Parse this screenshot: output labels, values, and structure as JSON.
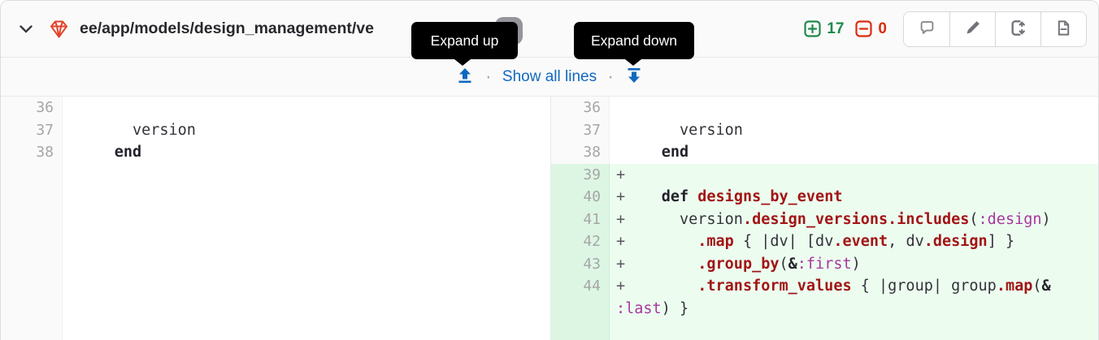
{
  "header": {
    "file_path": "ee/app/models/design_management/ve",
    "stats": {
      "additions": "17",
      "deletions": "0"
    },
    "action_icons": [
      "comment-icon",
      "pencil-icon",
      "compare-icon",
      "document-icon"
    ]
  },
  "tooltips": {
    "expand_up": "Expand up",
    "expand_down": "Expand down"
  },
  "expand_bar": {
    "link": "Show all lines",
    "separator": "·"
  },
  "colors": {
    "link_blue": "#1068bf",
    "addition_green": "#1f8a4c",
    "deletion_red": "#dd2b0e",
    "added_line_bg": "#ecfdf0",
    "added_gutter_bg": "#ddf6e4",
    "gem_red": "#e24329",
    "method_red": "#a31515",
    "symbol_magenta": "#a8369c"
  },
  "diff": {
    "rows": [
      {
        "old": "36",
        "new": "36",
        "added": false,
        "left": {
          "marker": " ",
          "tokens": []
        },
        "right": {
          "marker": " ",
          "tokens": []
        }
      },
      {
        "old": "37",
        "new": "37",
        "added": false,
        "left": {
          "marker": " ",
          "tokens": [
            {
              "t": "p",
              "v": "      version"
            }
          ]
        },
        "right": {
          "marker": " ",
          "tokens": [
            {
              "t": "p",
              "v": "      version"
            }
          ]
        }
      },
      {
        "old": "38",
        "new": "38",
        "added": false,
        "left": {
          "marker": " ",
          "tokens": [
            {
              "t": "p",
              "v": "    "
            },
            {
              "t": "k",
              "v": "end"
            }
          ]
        },
        "right": {
          "marker": " ",
          "tokens": [
            {
              "t": "p",
              "v": "    "
            },
            {
              "t": "k",
              "v": "end"
            }
          ]
        }
      },
      {
        "old": "",
        "new": "39",
        "added": true,
        "left": null,
        "right": {
          "marker": "+",
          "tokens": []
        }
      },
      {
        "old": "",
        "new": "40",
        "added": true,
        "left": null,
        "right": {
          "marker": "+",
          "tokens": [
            {
              "t": "p",
              "v": "    "
            },
            {
              "t": "k",
              "v": "def"
            },
            {
              "t": "p",
              "v": " "
            },
            {
              "t": "f",
              "v": "designs_by_event"
            }
          ]
        }
      },
      {
        "old": "",
        "new": "41",
        "added": true,
        "left": null,
        "right": {
          "marker": "+",
          "tokens": [
            {
              "t": "p",
              "v": "      version"
            },
            {
              "t": "f",
              "v": ".design_versions.includes"
            },
            {
              "t": "p",
              "v": "("
            },
            {
              "t": "s",
              "v": ":design"
            },
            {
              "t": "p",
              "v": ")"
            }
          ]
        }
      },
      {
        "old": "",
        "new": "42",
        "added": true,
        "left": null,
        "right": {
          "marker": "+",
          "tokens": [
            {
              "t": "p",
              "v": "        "
            },
            {
              "t": "f",
              "v": ".map"
            },
            {
              "t": "p",
              "v": " { |dv| [dv"
            },
            {
              "t": "f",
              "v": ".event"
            },
            {
              "t": "p",
              "v": ", dv"
            },
            {
              "t": "f",
              "v": ".design"
            },
            {
              "t": "p",
              "v": "] }"
            }
          ]
        }
      },
      {
        "old": "",
        "new": "43",
        "added": true,
        "left": null,
        "right": {
          "marker": "+",
          "tokens": [
            {
              "t": "p",
              "v": "        "
            },
            {
              "t": "f",
              "v": ".group_by"
            },
            {
              "t": "p",
              "v": "("
            },
            {
              "t": "k",
              "v": "&"
            },
            {
              "t": "s",
              "v": ":first"
            },
            {
              "t": "p",
              "v": ")"
            }
          ]
        }
      },
      {
        "old": "",
        "new": "44",
        "added": true,
        "left": null,
        "right": {
          "marker": "+",
          "tokens": [
            {
              "t": "p",
              "v": "        "
            },
            {
              "t": "f",
              "v": ".transform_values"
            },
            {
              "t": "p",
              "v": " { |group| group"
            },
            {
              "t": "f",
              "v": ".map"
            },
            {
              "t": "p",
              "v": "("
            },
            {
              "t": "k",
              "v": "&"
            },
            {
              "t": "br"
            },
            {
              "t": "s",
              "v": ":last"
            },
            {
              "t": "p",
              "v": ") }"
            }
          ]
        }
      }
    ]
  }
}
